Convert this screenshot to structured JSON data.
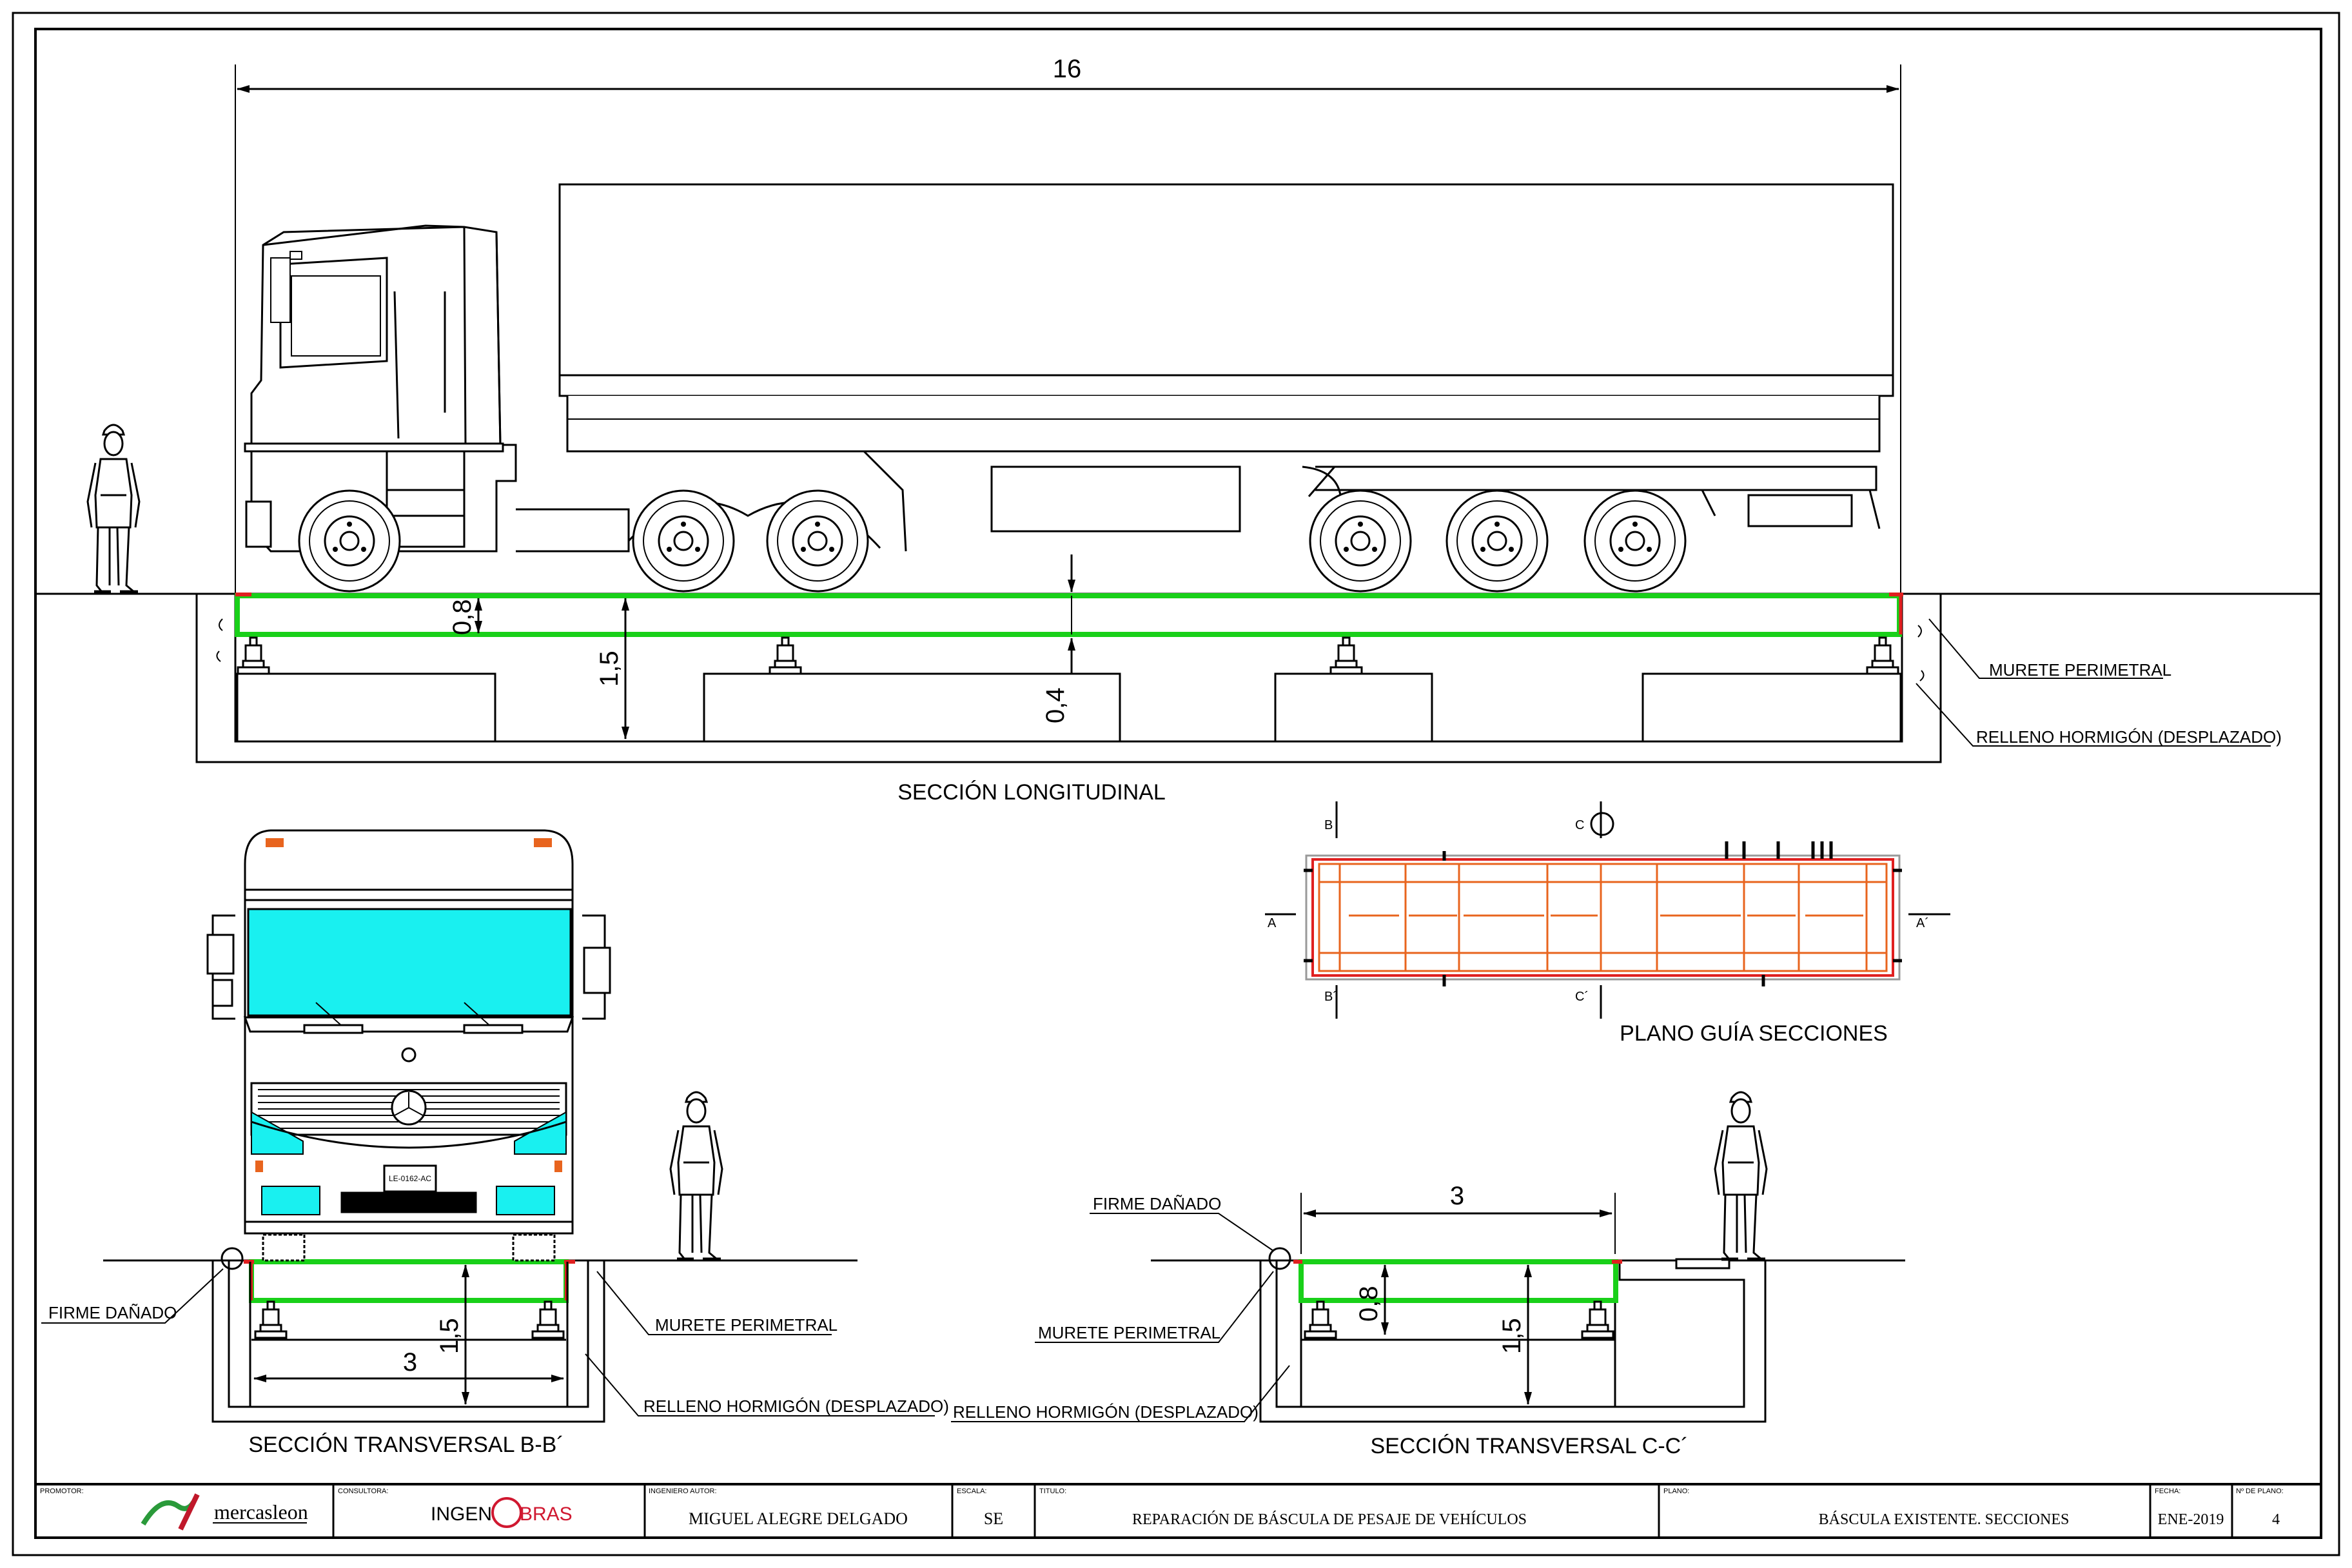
{
  "dimensions": {
    "length": "16",
    "depth_08": "0,8",
    "depth_15": "1,5",
    "depth_04": "0,4",
    "width_3": "3"
  },
  "labels": {
    "murete": "MURETE PERIMETRAL",
    "relleno": "RELLENO HORMIGÓN (DESPLAZADO)",
    "firme": "FIRME DAÑADO",
    "sec_long": "SECCIÓN LONGITUDINAL",
    "sec_bb": "SECCIÓN TRANSVERSAL B-B´",
    "sec_cc": "SECCIÓN TRANSVERSAL C-C´",
    "plano_guia": "PLANO GUÍA SECCIONES",
    "plate": "LE-0162-AC"
  },
  "section_marks": {
    "a": "A",
    "a2": "A´",
    "b": "B",
    "b2": "B´",
    "c": "C",
    "c2": "C´"
  },
  "title_block": {
    "promotor_h": "PROMOTOR:",
    "promotor": "mercasleon",
    "consultora_h": "CONSULTORA:",
    "consultora_a": "INGEN",
    "consultora_b": "BRAS",
    "autor_h": "INGENIERO AUTOR:",
    "autor": "MIGUEL ALEGRE DELGADO",
    "escala_h": "ESCALA:",
    "escala": "SE",
    "titulo_h": "TITULO:",
    "titulo": "REPARACIÓN DE BÁSCULA DE PESAJE DE VEHÍCULOS",
    "plano_h": "PLANO:",
    "plano": "BÁSCULA EXISTENTE. SECCIONES",
    "fecha_h": "FECHA:",
    "fecha": "ENE-2019",
    "num_h": "Nº DE PLANO:",
    "num": "4"
  },
  "colors": {
    "green": "#19d019",
    "red": "#e02020",
    "orange": "#e8641e",
    "cyan": "#19f0f0",
    "logo_green": "#2a9a3a",
    "logo_red": "#c0182a",
    "ingenobras_red": "#d01830"
  }
}
